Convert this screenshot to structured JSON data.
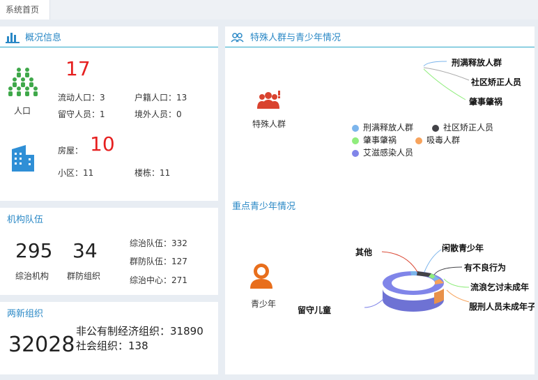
{
  "tab": {
    "label": "系统首页"
  },
  "overview": {
    "title": "概况信息",
    "population": {
      "label": "人口",
      "total": "17",
      "floating_label": "流动人口：",
      "floating": "3",
      "registered_label": "户籍人口：",
      "registered": "13",
      "leftbehind_label": "留守人员：",
      "leftbehind": "1",
      "overseas_label": "境外人员：",
      "overseas": "0"
    },
    "housing": {
      "label": "房屋：",
      "total": "10",
      "community_label": "小区：",
      "community": "11",
      "building_label": "楼栋：",
      "building": "11"
    }
  },
  "org": {
    "title": "机构队伍",
    "institutions": {
      "value": "295",
      "label": "综治机构"
    },
    "groups": {
      "value": "34",
      "label": "群防组织"
    },
    "team_label": "综治队伍：",
    "team": "332",
    "defense_label": "群防队伍：",
    "defense": "127",
    "center_label": "综治中心：",
    "center": "271"
  },
  "newgroups": {
    "title": "两新组织",
    "total": "32028",
    "nonpublic_label": "非公有制经济组织：",
    "nonpublic": "31890",
    "social_label": "社会组织：",
    "social": "138"
  },
  "special": {
    "title": "特殊人群与青少年情况",
    "icon_label": "特殊人群",
    "callouts": [
      "刑满释放人群",
      "社区矫正人员",
      "肇事肇祸"
    ],
    "legend": [
      {
        "name": "刑满释放人群",
        "color": "#7cb5ec"
      },
      {
        "name": "社区矫正人员",
        "color": "#434348"
      },
      {
        "name": "肇事肇祸",
        "color": "#90ed7d"
      },
      {
        "name": "吸毒人群",
        "color": "#f7a35c"
      },
      {
        "name": "艾滋感染人员",
        "color": "#8085e9"
      }
    ]
  },
  "youth": {
    "title": "重点青少年情况",
    "icon_label": "青少年",
    "callouts": {
      "other": "其他",
      "idle": "闲散青少年",
      "bad": "有不良行为",
      "vagrant": "流浪乞讨未成年",
      "prisoner": "服刑人员未成年子",
      "leftbehind": "留守儿童"
    }
  },
  "chart_data": [
    {
      "type": "pie",
      "categories": [
        "刑满释放人群",
        "社区矫正人员",
        "肇事肇祸",
        "吸毒人群",
        "艾滋感染人员"
      ],
      "values": [
        0,
        0,
        0,
        0,
        0
      ]
    },
    {
      "type": "pie",
      "categories": [
        "其他",
        "闲散青少年",
        "有不良行为",
        "流浪乞讨未成年",
        "服刑人员未成年子",
        "留守儿童"
      ],
      "values": [
        0.03,
        0.06,
        0.02,
        0.02,
        0.06,
        0.81
      ],
      "colors": [
        "#7cb5ec",
        "#434348",
        "#90ed7d",
        "#7cb5ec",
        "#f7a35c",
        "#8085e9"
      ]
    }
  ]
}
